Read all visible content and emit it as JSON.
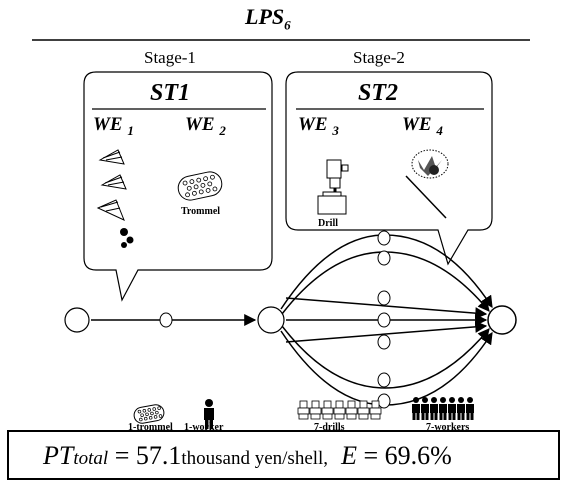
{
  "title": {
    "main": "LPS",
    "sub": "6"
  },
  "stages": [
    {
      "label": "Stage-1",
      "station": "ST1",
      "elements": [
        {
          "name": "WE",
          "num": "1"
        },
        {
          "name": "WE",
          "num": "2"
        }
      ],
      "tool_label": "Trommel"
    },
    {
      "label": "Stage-2",
      "station": "ST2",
      "elements": [
        {
          "name": "WE",
          "num": "3"
        },
        {
          "name": "WE",
          "num": "4"
        }
      ],
      "tool_label": "Drill"
    }
  ],
  "resources": {
    "trommel": "1-trommel",
    "worker": "1-worker",
    "drills": "7-drills",
    "workers": "7-workers"
  },
  "formula": {
    "pt_symbol": "PT",
    "pt_sub": "total",
    "equals": "=",
    "pt_value": "57.1",
    "pt_unit": "thousand yen/shell,",
    "e_symbol": "E",
    "e_value": "69.6%"
  },
  "icons": [
    "cone-icon",
    "trommel-icon",
    "drill-icon",
    "brush-icon",
    "worker-icon",
    "drill-group-icon",
    "worker-group-icon"
  ]
}
